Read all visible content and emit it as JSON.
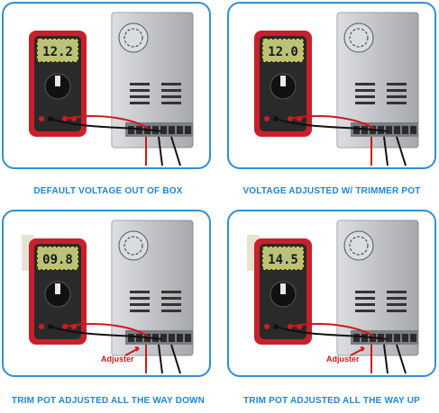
{
  "panels": [
    {
      "display": "12.2",
      "caption": "DEFAULT VOLTAGE OUT OF BOX",
      "adjuster_label": ""
    },
    {
      "display": "12.0",
      "caption": "VOLTAGE ADJUSTED W/ TRIMMER POT",
      "adjuster_label": ""
    },
    {
      "display": "09.8",
      "caption": "TRIM POT ADJUSTED ALL THE WAY DOWN",
      "adjuster_label": "Adjuster"
    },
    {
      "display": "14.5",
      "caption": "TRIM POT ADJUSTED ALL THE WAY UP",
      "adjuster_label": "Adjuster"
    }
  ],
  "colors": {
    "border": "#2f8fd8",
    "caption": "#1f87d6",
    "multimeter_red": "#c8202a",
    "multimeter_dark": "#2a2a2a",
    "lcd": "#b9c27a",
    "psu_silver": "#c9ccd1",
    "wire_red": "#d01818",
    "wire_black": "#111111",
    "adjuster_label": "#d01818"
  }
}
